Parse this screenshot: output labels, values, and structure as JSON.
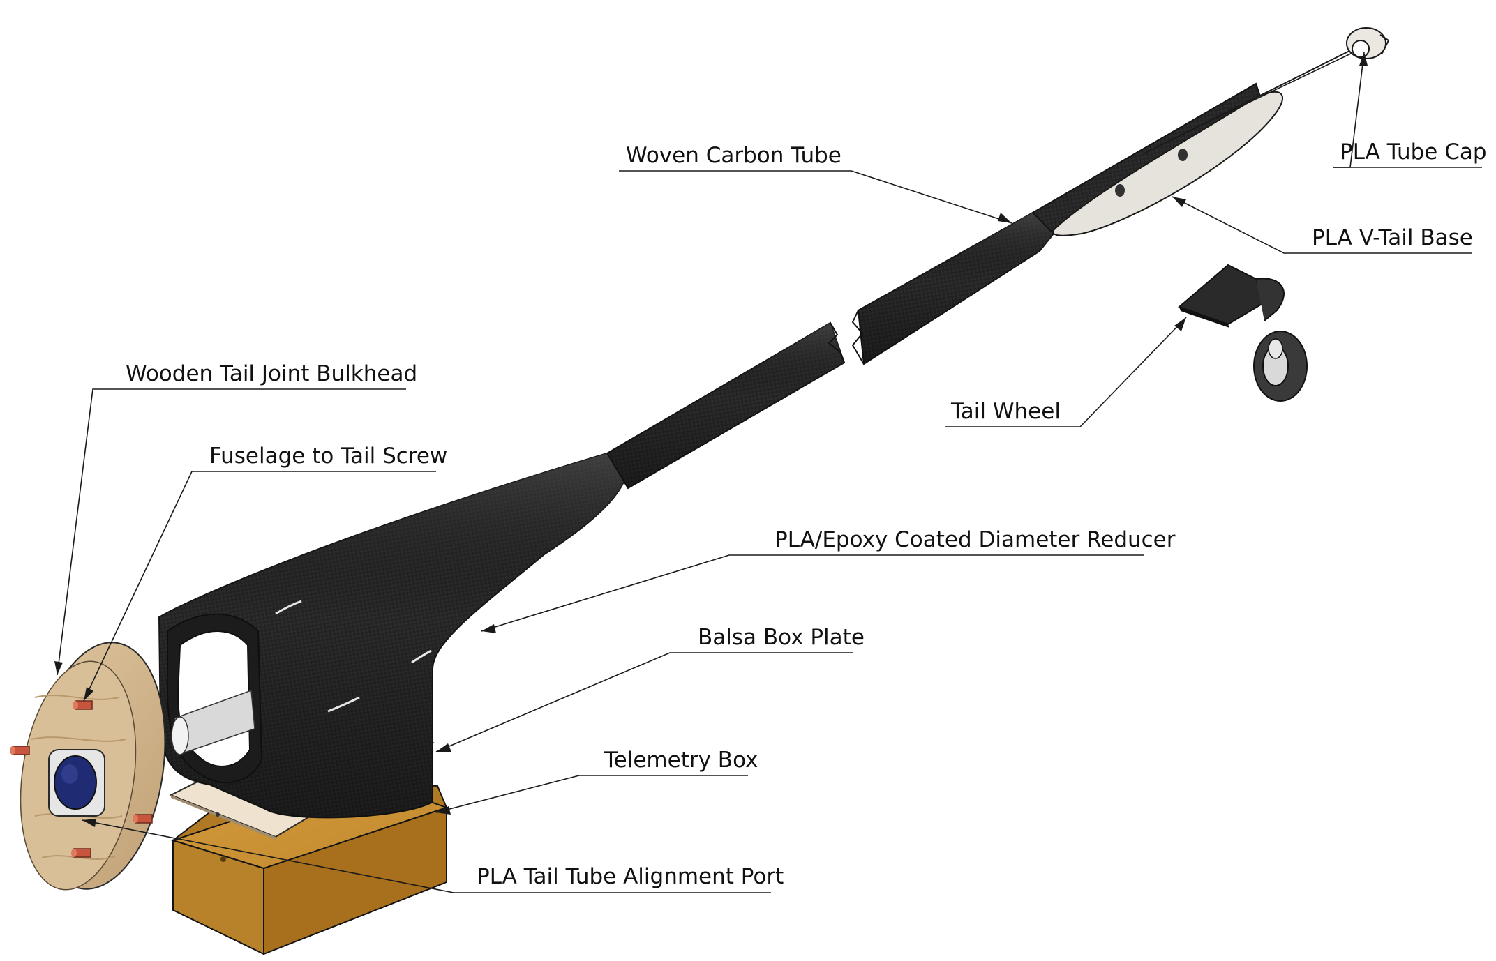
{
  "diagram": {
    "labels": {
      "pla_tube_cap": "PLA Tube Cap",
      "woven_carbon_tube": "Woven Carbon Tube",
      "pla_v_tail_base": "PLA V-Tail Base",
      "tail_wheel": "Tail Wheel",
      "wooden_tail_joint_bulkhead": "Wooden Tail Joint Bulkhead",
      "fuselage_to_tail_screw": "Fuselage to Tail Screw",
      "pla_epoxy_coated_diameter_reducer": "PLA/Epoxy Coated Diameter Reducer",
      "balsa_box_plate": "Balsa Box Plate",
      "telemetry_box": "Telemetry Box",
      "pla_tail_tube_alignment_port": "PLA Tail Tube Alignment Port"
    },
    "colors": {
      "carbon": "#232323",
      "carbon_highlight": "#4a4a4a",
      "pla_light": "#e6e3dc",
      "wood": "#c9ab80",
      "telemetry_box": "#c48a2e",
      "screw": "#c8563f",
      "port_blue": "#1f2b73"
    }
  }
}
